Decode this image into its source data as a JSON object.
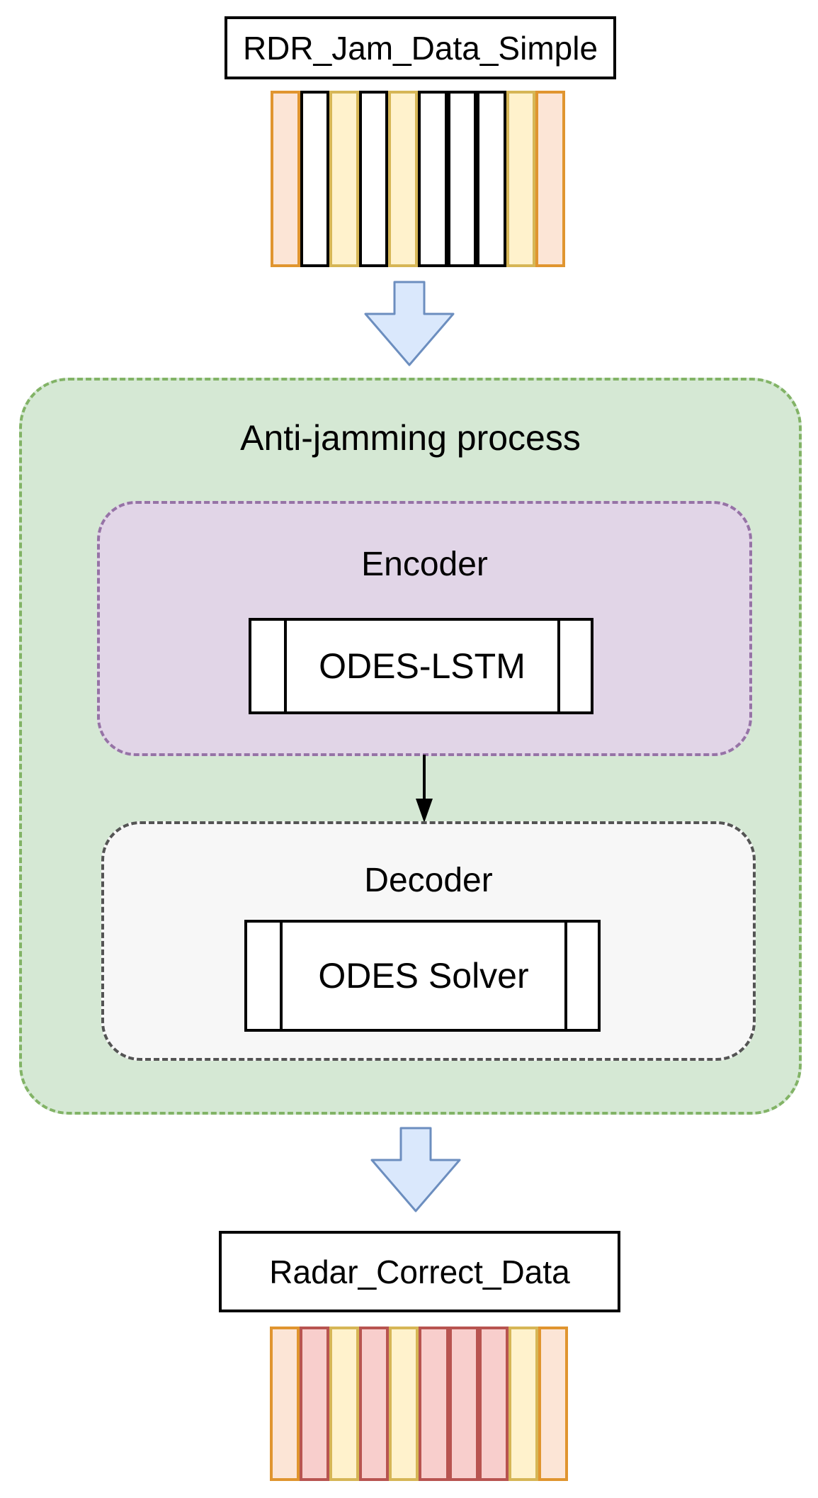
{
  "input_box": {
    "label": "RDR_Jam_Data_Simple"
  },
  "process_box": {
    "label": "Anti-jamming process",
    "encoder": {
      "label": "Encoder",
      "block_label": "ODES-LSTM"
    },
    "decoder": {
      "label": "Decoder",
      "block_label": "ODES Solver"
    }
  },
  "output_box": {
    "label": "Radar_Correct_Data"
  },
  "bars": {
    "input_pattern": [
      "orange",
      "white",
      "yellow",
      "white",
      "yellow",
      "white",
      "white",
      "white",
      "yellow",
      "orange"
    ],
    "output_pattern": [
      "orange",
      "red",
      "yellow",
      "red",
      "yellow",
      "red",
      "red",
      "red",
      "yellow",
      "orange"
    ],
    "palette": {
      "orange": {
        "fill": "#fce5d6",
        "stroke": "#e0952f"
      },
      "yellow": {
        "fill": "#fff2cc",
        "stroke": "#d6b656"
      },
      "white": {
        "fill": "#ffffff",
        "stroke": "#000000"
      },
      "red": {
        "fill": "#f8cecc",
        "stroke": "#b85450"
      }
    }
  },
  "colors": {
    "process_fill": "#d5e8d4",
    "process_stroke": "#82b366",
    "encoder_fill": "#e1d5e7",
    "encoder_stroke": "#9673a6",
    "decoder_fill": "#f7f7f7",
    "decoder_stroke": "#545454",
    "arrow_fill": "#dae8fc",
    "arrow_stroke": "#6c8ebf",
    "connector_color": "#000000",
    "text_color": "#000000"
  }
}
